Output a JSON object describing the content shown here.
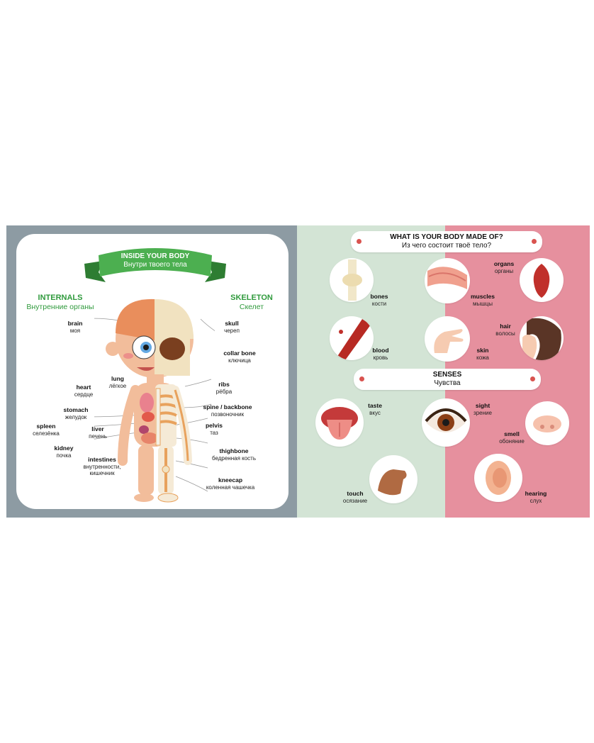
{
  "left": {
    "banner": {
      "en": "INSIDE YOUR BODY",
      "ru": "Внутри твоего тела"
    },
    "internals": {
      "en": "INTERNALS",
      "ru": "Внутренние органы"
    },
    "skeleton": {
      "en": "SKELETON",
      "ru": "Скелет"
    },
    "labels": {
      "brain": {
        "en": "brain",
        "ru": "моя"
      },
      "lung": {
        "en": "lung",
        "ru": "лёгкое"
      },
      "heart": {
        "en": "heart",
        "ru": "сердце"
      },
      "stomach": {
        "en": "stomach",
        "ru": "желудок"
      },
      "spleen": {
        "en": "spleen",
        "ru": "селезёнка"
      },
      "liver": {
        "en": "liver",
        "ru": "печень"
      },
      "kidney": {
        "en": "kidney",
        "ru": "почка"
      },
      "intestines": {
        "en": "intestines",
        "ru1": "внутренности,",
        "ru2": "кишечник"
      },
      "skull": {
        "en": "skull",
        "ru": "череп"
      },
      "collar_bone": {
        "en": "collar bone",
        "ru": "ключица"
      },
      "ribs": {
        "en": "ribs",
        "ru": "рёбра"
      },
      "spine": {
        "en": "spine / backbone",
        "ru": "позвоночник"
      },
      "pelvis": {
        "en": "pelvis",
        "ru": "таз"
      },
      "thighbone": {
        "en": "thighbone",
        "ru": "бедренная кость"
      },
      "kneecap": {
        "en": "kneecap",
        "ru": "коленная чашечка"
      }
    }
  },
  "right": {
    "made_of": {
      "en": "WHAT IS YOUR BODY MADE OF?",
      "ru": "Из чего состоит твоё тело?"
    },
    "items": {
      "bones": {
        "en": "bones",
        "ru": "кости"
      },
      "muscles": {
        "en": "muscles",
        "ru": "мышцы"
      },
      "organs": {
        "en": "organs",
        "ru": "органы"
      },
      "blood": {
        "en": "blood",
        "ru": "кровь"
      },
      "skin": {
        "en": "skin",
        "ru": "кожа"
      },
      "hair": {
        "en": "hair",
        "ru": "волосы"
      }
    },
    "senses_title": {
      "en": "SENSES",
      "ru": "Чувства"
    },
    "senses": {
      "taste": {
        "en": "taste",
        "ru": "вкус"
      },
      "sight": {
        "en": "sight",
        "ru": "зрение"
      },
      "smell": {
        "en": "smell",
        "ru": "обоняние"
      },
      "touch": {
        "en": "touch",
        "ru": "осязание"
      },
      "hearing": {
        "en": "hearing",
        "ru": "слух"
      }
    }
  },
  "colors": {
    "banner_green": "#4caf50",
    "heading_green": "#2f9a3c",
    "left_bg": "#8d9ba3",
    "right_green": "#d3e4d5",
    "right_pink": "#e6909e"
  }
}
